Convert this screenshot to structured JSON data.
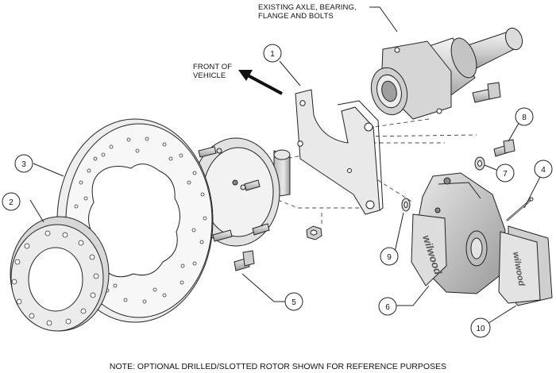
{
  "labels": {
    "axle_line1": "EXISTING AXLE, BEARING,",
    "axle_line2": "FLANGE AND BOLTS",
    "front_line1": "FRONT OF",
    "front_line2": "VEHICLE",
    "note": "NOTE: OPTIONAL DRILLED/SLOTTED ROTOR SHOWN FOR REFERENCE PURPOSES"
  },
  "callouts": [
    "1",
    "2",
    "3",
    "4",
    "5",
    "6",
    "7",
    "8",
    "9",
    "10"
  ],
  "brand": "wilwood",
  "colors": {
    "line": "#222222",
    "rotor_face": "#eeeeee",
    "part_light": "#dddddd",
    "part_mid": "#bbbbbb",
    "part_dark": "#888888"
  }
}
